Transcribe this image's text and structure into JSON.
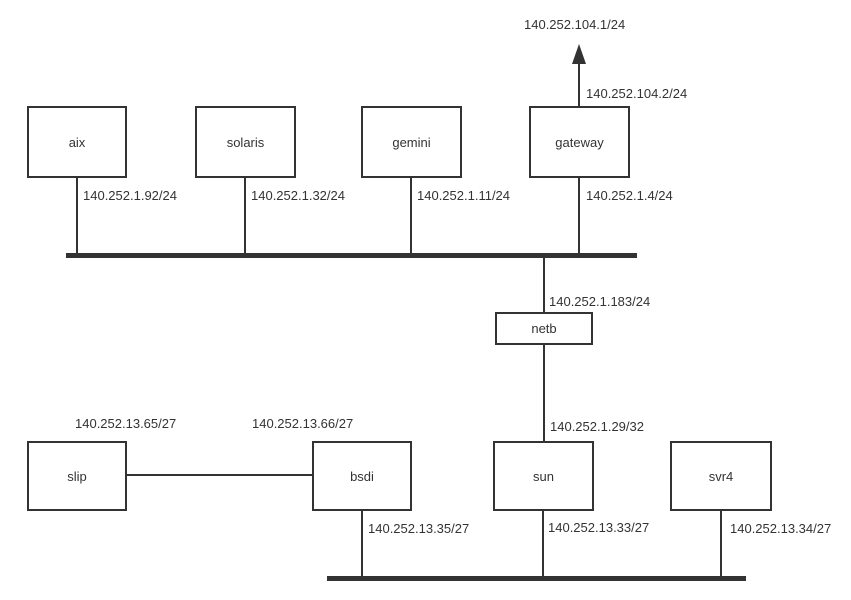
{
  "diagram": {
    "nodes": {
      "aix": "aix",
      "solaris": "solaris",
      "gemini": "gemini",
      "gateway": "gateway",
      "netb": "netb",
      "slip": "slip",
      "bsdi": "bsdi",
      "sun": "sun",
      "svr4": "svr4"
    },
    "ip_labels": {
      "top_remote": "140.252.104.1/24",
      "gateway_serial": "140.252.104.2/24",
      "aix_eth": "140.252.1.92/24",
      "solaris_eth": "140.252.1.32/24",
      "gemini_eth": "140.252.1.11/24",
      "gateway_eth": "140.252.1.4/24",
      "netb_eth": "140.252.1.183/24",
      "netb_sun_ptp": "140.252.1.29/32",
      "slip_ptp": "140.252.13.65/27",
      "bsdi_ptp": "140.252.13.66/27",
      "bsdi_eth": "140.252.13.35/27",
      "sun_eth": "140.252.13.33/27",
      "svr4_eth": "140.252.13.34/27"
    },
    "colors": {
      "line": "#333333",
      "text": "#333333",
      "background": "#ffffff"
    }
  }
}
